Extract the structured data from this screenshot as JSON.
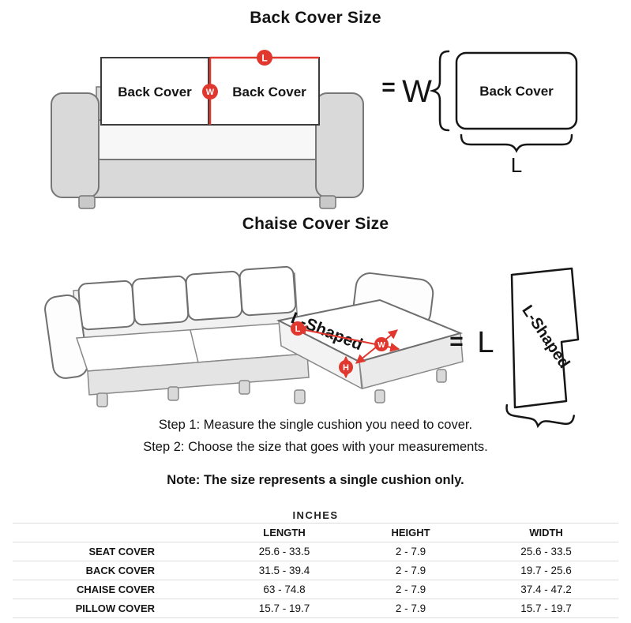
{
  "page": {
    "background": "#ffffff",
    "accent_red": "#e0382e",
    "text_color": "#141414"
  },
  "back_section": {
    "title": "Back Cover Size",
    "sofa": {
      "left_cushion_label": "Back Cover",
      "right_cushion_label": "Back Cover",
      "length_badge": "L",
      "width_badge": "W"
    },
    "formula": {
      "equals": "=",
      "width_letter": "W",
      "box_label": "Back Cover",
      "length_letter": "L"
    }
  },
  "chaise_section": {
    "title": "Chaise Cover Size",
    "sofa": {
      "surface_label": "L-Shaped",
      "length_badge": "L",
      "width_badge": "W",
      "height_badge": "H"
    },
    "formula": {
      "equals": "=",
      "length_letter": "L",
      "shape_label": "L-Shaped"
    }
  },
  "instructions": {
    "step1": "Step 1: Measure the single cushion you need to cover.",
    "step2": "Step 2: Choose the size that goes with your measurements.",
    "note": "Note: The size represents a single cushion only."
  },
  "size_table": {
    "units_label": "INCHES",
    "columns": [
      "LENGTH",
      "HEIGHT",
      "WIDTH"
    ],
    "rows": [
      {
        "label": "SEAT COVER",
        "length": "25.6 - 33.5",
        "height": "2 - 7.9",
        "width": "25.6 - 33.5"
      },
      {
        "label": "BACK COVER",
        "length": "31.5 - 39.4",
        "height": "2 - 7.9",
        "width": "19.7 - 25.6"
      },
      {
        "label": "CHAISE COVER",
        "length": "63 - 74.8",
        "height": "2 - 7.9",
        "width": "37.4 - 47.2"
      },
      {
        "label": "PILLOW COVER",
        "length": "15.7 - 19.7",
        "height": "2 - 7.9",
        "width": "15.7 - 19.7"
      }
    ]
  }
}
